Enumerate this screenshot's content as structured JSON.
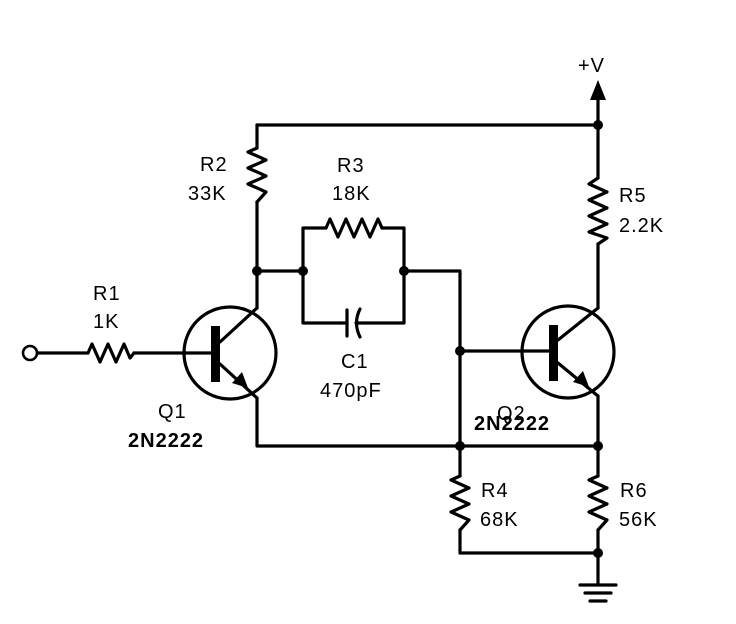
{
  "supply": {
    "label": "+V"
  },
  "components": {
    "r1": {
      "ref": "R1",
      "value": "1K"
    },
    "r2": {
      "ref": "R2",
      "value": "33K"
    },
    "r3": {
      "ref": "R3",
      "value": "18K"
    },
    "r4": {
      "ref": "R4",
      "value": "68K"
    },
    "r5": {
      "ref": "R5",
      "value": "2.2K"
    },
    "r6": {
      "ref": "R6",
      "value": "56K"
    },
    "c1": {
      "ref": "C1",
      "value": "470pF"
    },
    "q1": {
      "ref": "Q1",
      "part": "2N2222"
    },
    "q2": {
      "ref": "Q2",
      "part": "2N2222"
    }
  }
}
